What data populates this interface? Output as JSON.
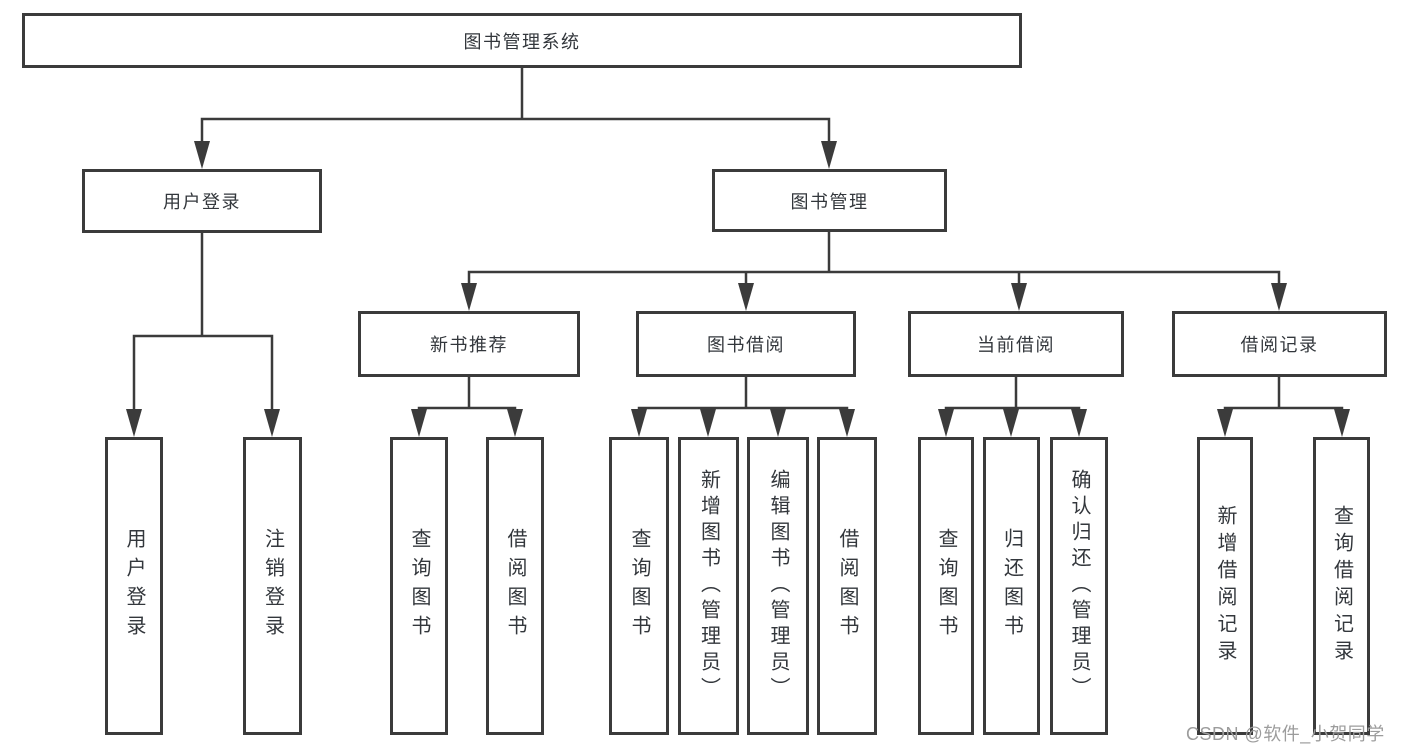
{
  "nodes": {
    "root": "图书管理系统",
    "level2": [
      "用户登录",
      "图书管理"
    ],
    "level3": [
      "新书推荐",
      "图书借阅",
      "当前借阅",
      "借阅记录"
    ],
    "leaves": {
      "login": [
        "用户登录",
        "注销登录"
      ],
      "recommend": [
        "查询图书",
        "借阅图书"
      ],
      "borrow": [
        "查询图书",
        "新增图书（管理员）",
        "编辑图书（管理员）",
        "借阅图书"
      ],
      "current": [
        "查询图书",
        "归还图书",
        "确认归还（管理员）"
      ],
      "records": [
        "新增借阅记录",
        "查询借阅记录"
      ]
    }
  },
  "watermark": "CSDN @软件_小贺同学",
  "colors": {
    "line": "#3b3b3b",
    "text": "#33373c",
    "watermark": "#9c9c9c"
  }
}
